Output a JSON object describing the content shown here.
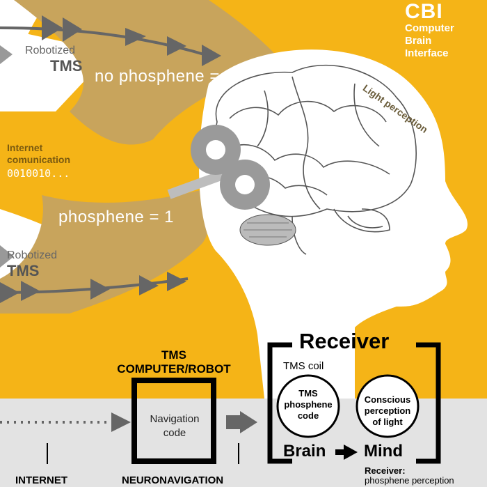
{
  "header": {
    "title": "CBI",
    "subtitle_lines": [
      "Computer",
      "Brain",
      "Interface"
    ]
  },
  "light_perception": "Light perception",
  "robotized_top": {
    "small": "Robotized",
    "big": "TMS"
  },
  "robotized_bottom": {
    "small": "Robotized",
    "big": "TMS"
  },
  "no_phosphene": "no phosphene = 0",
  "phosphene": "phosphene = 1",
  "internet_comm": {
    "line1": "Internet",
    "line2": "comunication",
    "bits": "0010010..."
  },
  "tms_computer": {
    "line1": "TMS",
    "line2": "COMPUTER/ROBOT"
  },
  "navigation": {
    "line1": "Navigation",
    "line2": "code"
  },
  "receiver": {
    "title": "Receiver",
    "coil": "TMS coil",
    "circle_left": [
      "TMS",
      "phosphene",
      "code"
    ],
    "circle_right": [
      "Conscious",
      "perception",
      "of light"
    ],
    "brain": "Brain",
    "mind": "Mind",
    "note_bold": "Receiver:",
    "note": "phosphene perception"
  },
  "footer": {
    "internet": "INTERNET",
    "neuronavigation": "NEURONAVIGATION"
  },
  "colors": {
    "background": "#f5b417",
    "band": "#c8a45c",
    "grey_bottom": "#e3e3e3",
    "arrow": "#666666"
  }
}
